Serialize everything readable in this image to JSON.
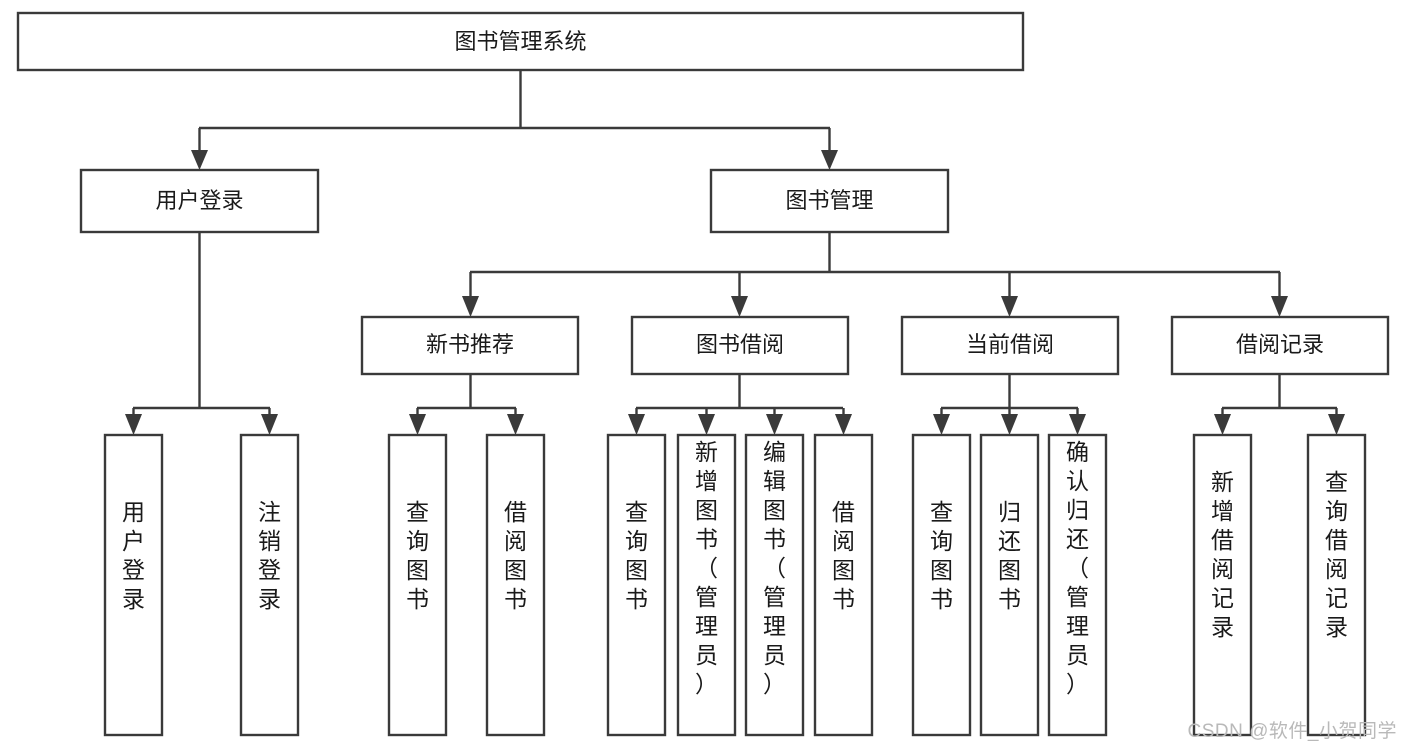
{
  "diagram": {
    "type": "tree-hierarchy",
    "title": "图书管理系统",
    "background_color": "#ffffff",
    "line_color": "#3a3a3a",
    "box_fill": "#ffffff",
    "text_color": "#1a1a1a",
    "root": {
      "label": "图书管理系统",
      "orientation": "horizontal"
    },
    "level2": [
      {
        "label": "用户登录",
        "orientation": "horizontal"
      },
      {
        "label": "图书管理",
        "orientation": "horizontal"
      }
    ],
    "level3": [
      {
        "label": "新书推荐",
        "orientation": "horizontal",
        "parent": "图书管理"
      },
      {
        "label": "图书借阅",
        "orientation": "horizontal",
        "parent": "图书管理"
      },
      {
        "label": "当前借阅",
        "orientation": "horizontal",
        "parent": "图书管理"
      },
      {
        "label": "借阅记录",
        "orientation": "horizontal",
        "parent": "图书管理"
      }
    ],
    "leaves": [
      {
        "label": "用户登录",
        "parent": "用户登录",
        "orientation": "vertical"
      },
      {
        "label": "注销登录",
        "parent": "用户登录",
        "orientation": "vertical"
      },
      {
        "label": "查询图书",
        "parent": "新书推荐",
        "orientation": "vertical"
      },
      {
        "label": "借阅图书",
        "parent": "新书推荐",
        "orientation": "vertical"
      },
      {
        "label": "查询图书",
        "parent": "图书借阅",
        "orientation": "vertical"
      },
      {
        "label": "新增图书（管理员）",
        "parent": "图书借阅",
        "orientation": "vertical"
      },
      {
        "label": "编辑图书（管理员）",
        "parent": "图书借阅",
        "orientation": "vertical"
      },
      {
        "label": "借阅图书",
        "parent": "图书借阅",
        "orientation": "vertical"
      },
      {
        "label": "查询图书",
        "parent": "当前借阅",
        "orientation": "vertical"
      },
      {
        "label": "归还图书",
        "parent": "当前借阅",
        "orientation": "vertical"
      },
      {
        "label": "确认归还（管理员）",
        "parent": "当前借阅",
        "orientation": "vertical"
      },
      {
        "label": "新增借阅记录",
        "parent": "借阅记录",
        "orientation": "vertical"
      },
      {
        "label": "查询借阅记录",
        "parent": "借阅记录",
        "orientation": "vertical"
      }
    ]
  },
  "watermark": {
    "text": "CSDN @软件_小贺同学"
  }
}
